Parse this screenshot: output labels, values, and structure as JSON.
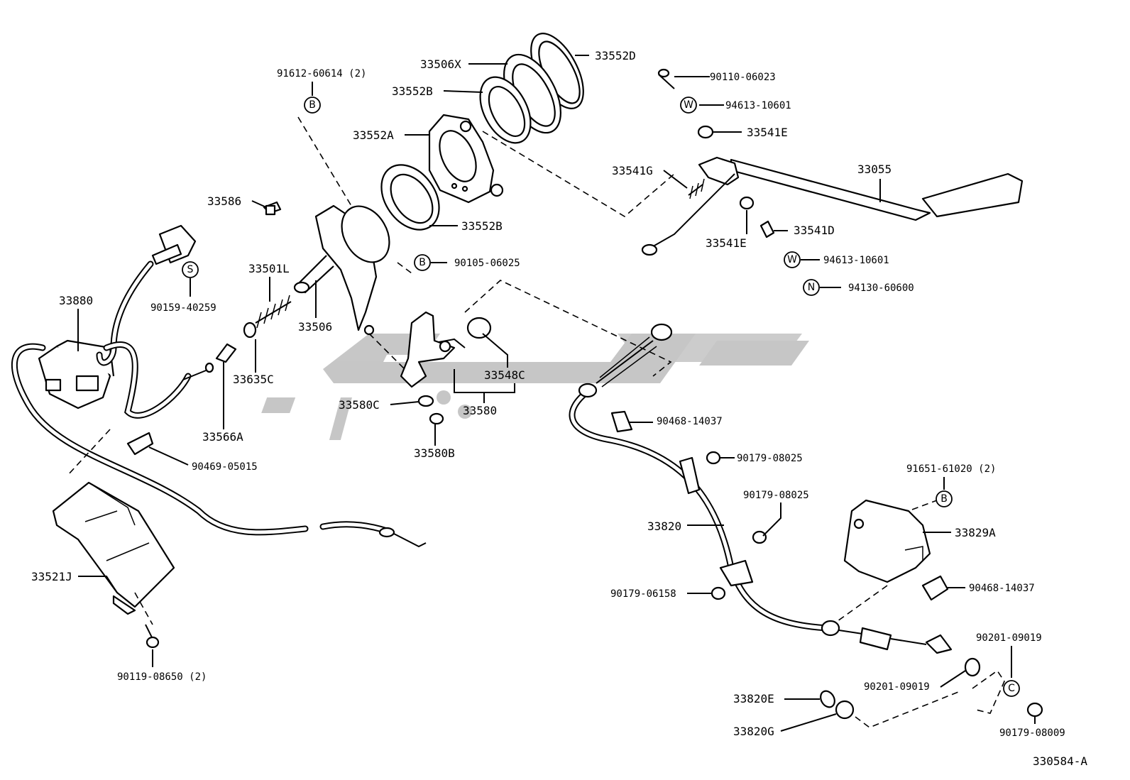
{
  "diagram_id": "330584-A",
  "watermark_color": "#bdbdbd",
  "parts": [
    {
      "id": "p33552D",
      "label": "33552D"
    },
    {
      "id": "p33506X",
      "label": "33506X"
    },
    {
      "id": "p91612",
      "label": "91612-60614 (2)"
    },
    {
      "id": "p33552B_top",
      "label": "33552B"
    },
    {
      "id": "p33552A",
      "label": "33552A"
    },
    {
      "id": "p90110",
      "label": "90110-06023"
    },
    {
      "id": "p94613a",
      "label": "94613-10601"
    },
    {
      "id": "p33541E_top",
      "label": "33541E"
    },
    {
      "id": "p33541G",
      "label": "33541G"
    },
    {
      "id": "p33055",
      "label": "33055"
    },
    {
      "id": "p33586",
      "label": "33586"
    },
    {
      "id": "p33552B_mid",
      "label": "33552B"
    },
    {
      "id": "p33541E_mid",
      "label": "33541E"
    },
    {
      "id": "p33541D",
      "label": "33541D"
    },
    {
      "id": "p90105",
      "label": "90105-06025"
    },
    {
      "id": "p94613b",
      "label": "94613-10601"
    },
    {
      "id": "p33501L",
      "label": "33501L"
    },
    {
      "id": "p94130",
      "label": "94130-60600"
    },
    {
      "id": "p33880",
      "label": "33880"
    },
    {
      "id": "p90159",
      "label": "90159-40259"
    },
    {
      "id": "p33506",
      "label": "33506"
    },
    {
      "id": "p33548C",
      "label": "33548C"
    },
    {
      "id": "p33635C",
      "label": "33635C"
    },
    {
      "id": "p33580C",
      "label": "33580C"
    },
    {
      "id": "p33580",
      "label": "33580"
    },
    {
      "id": "p90468a",
      "label": "90468-14037"
    },
    {
      "id": "p33566A",
      "label": "33566A"
    },
    {
      "id": "p33580B",
      "label": "33580B"
    },
    {
      "id": "p90179a",
      "label": "90179-08025"
    },
    {
      "id": "p90469",
      "label": "90469-05015"
    },
    {
      "id": "p91651",
      "label": "91651-61020 (2)"
    },
    {
      "id": "p90179b",
      "label": "90179-08025"
    },
    {
      "id": "p33820",
      "label": "33820"
    },
    {
      "id": "p33829A",
      "label": "33829A"
    },
    {
      "id": "p33521J",
      "label": "33521J"
    },
    {
      "id": "p90468b",
      "label": "90468-14037"
    },
    {
      "id": "p90179c",
      "label": "90179-06158"
    },
    {
      "id": "p90201a",
      "label": "90201-09019"
    },
    {
      "id": "p90119",
      "label": "90119-08650 (2)"
    },
    {
      "id": "p90201b",
      "label": "90201-09019"
    },
    {
      "id": "p33820E",
      "label": "33820E"
    },
    {
      "id": "p33820G",
      "label": "33820G"
    },
    {
      "id": "p90179d",
      "label": "90179-08009"
    }
  ],
  "badges": {
    "b1": "B",
    "b2": "B",
    "b3": "B",
    "w1": "W",
    "w2": "W",
    "s1": "S",
    "n1": "N",
    "c1": "C"
  }
}
